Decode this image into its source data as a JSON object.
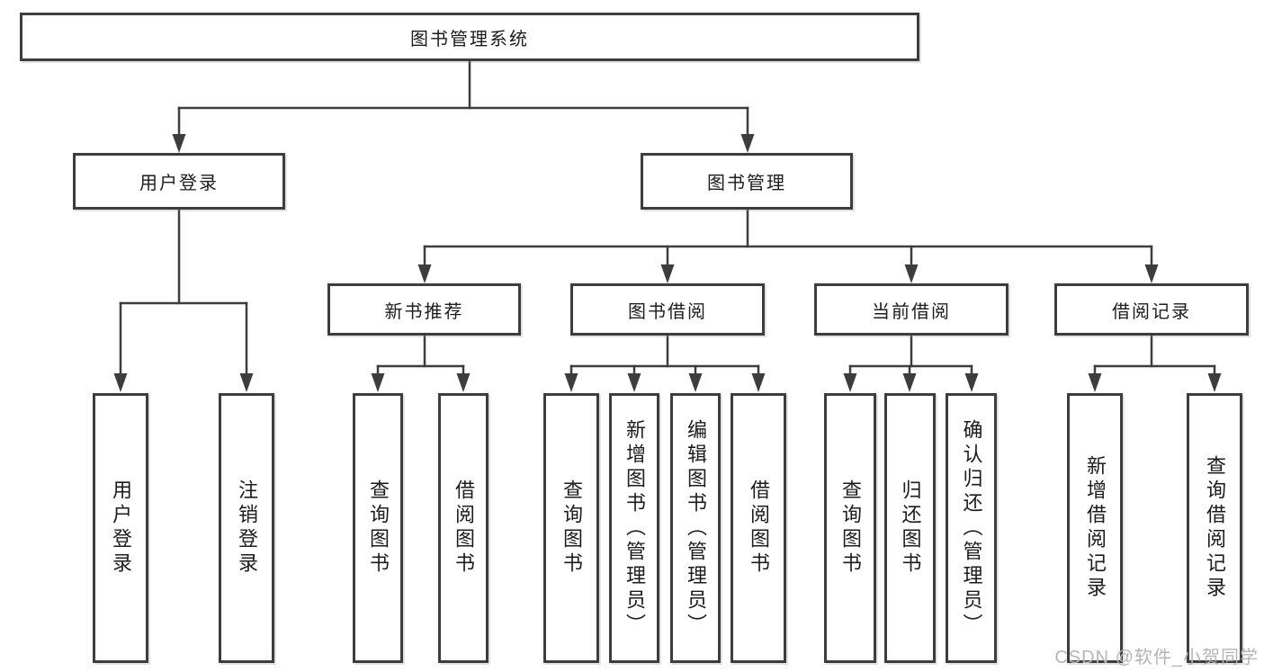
{
  "diagram": {
    "type": "function-tree",
    "root": {
      "label": "图书管理系统",
      "children": [
        {
          "label": "用户登录",
          "children": [
            {
              "label": "用户登录"
            },
            {
              "label": "注销登录"
            }
          ]
        },
        {
          "label": "图书管理",
          "children": [
            {
              "label": "新书推荐",
              "children": [
                {
                  "label": "查询图书"
                },
                {
                  "label": "借阅图书"
                }
              ]
            },
            {
              "label": "图书借阅",
              "children": [
                {
                  "label": "查询图书"
                },
                {
                  "label": "新增图书（管理员）"
                },
                {
                  "label": "编辑图书（管理员）"
                },
                {
                  "label": "借阅图书"
                }
              ]
            },
            {
              "label": "当前借阅",
              "children": [
                {
                  "label": "查询图书"
                },
                {
                  "label": "归还图书"
                },
                {
                  "label": "确认归还（管理员）"
                }
              ]
            },
            {
              "label": "借阅记录",
              "children": [
                {
                  "label": "新增借阅记录"
                },
                {
                  "label": "查询借阅记录"
                }
              ]
            }
          ]
        }
      ]
    },
    "line_color": "#3d3d3d",
    "background_color": "#ffffff"
  },
  "watermark": "CSDN @软件_小贺同学"
}
